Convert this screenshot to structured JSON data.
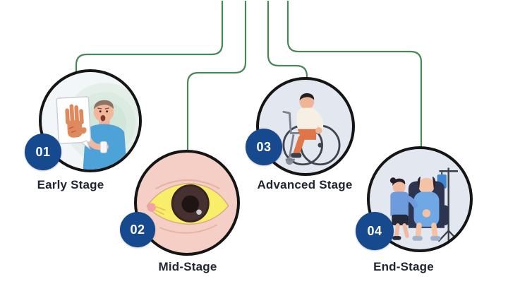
{
  "stages": [
    {
      "number": "01",
      "label": "Early Stage",
      "illustration": "man-with-itchy-skin"
    },
    {
      "number": "02",
      "label": "Mid-Stage",
      "illustration": "jaundiced-yellow-eye"
    },
    {
      "number": "03",
      "label": "Advanced Stage",
      "illustration": "person-in-wheelchair"
    },
    {
      "number": "04",
      "label": "End-Stage",
      "illustration": "patient-on-iv-drip-with-nurse"
    }
  ],
  "colors": {
    "connector_green": "#4a8758",
    "badge_blue": "#17498f",
    "label_text": "#1e2530",
    "circle_border": "#151515",
    "background": "#ffffff",
    "stage1_circle_bg": "#f3f6f8",
    "stage2_circle_bg": "#f5cfc5",
    "stage3_circle_bg": "#e3e8f0",
    "stage4_circle_bg": "#e3e8f0"
  }
}
